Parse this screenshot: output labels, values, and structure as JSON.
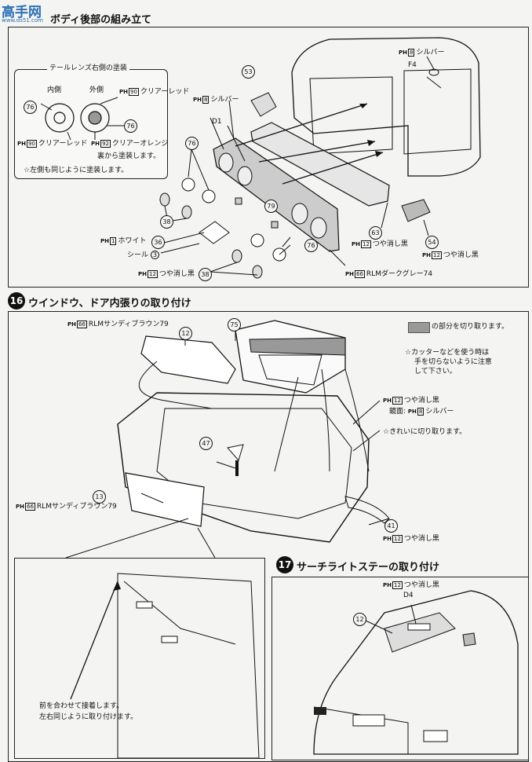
{
  "watermark": {
    "logo": "高手网",
    "url": "www.ds51.com"
  },
  "section15": {
    "title": "ボディ後部の組み立て",
    "taillens_title": "テールレンズ右側の塗装",
    "inner": "内側",
    "outer": "外側",
    "ph90_top": "クリアーレッド",
    "ph90_code": "90",
    "ph90_bottom": "クリアーレッド",
    "ph92": "クリアーオレンジ",
    "ph92_code": "92",
    "backpaint": "裏から塗装します。",
    "left_same": "☆左側も同じように塗装します。",
    "silver_code": "8",
    "silver": "シルバー",
    "f4": "F4",
    "silver2": "シルバー",
    "d1": "D1",
    "white_code": "1",
    "white": "ホワイト",
    "seal": "シール",
    "seal_num": "3",
    "flatblack_code": "12",
    "flatblack": "つや消し黒",
    "flatblack2": "つや消し黒",
    "flatblack3": "つや消し黒",
    "rlm_code": "66",
    "rlm": "RLMダークグレー74",
    "parts": [
      "53",
      "76",
      "76",
      "38",
      "76",
      "36",
      "38",
      "79",
      "76",
      "63",
      "54"
    ]
  },
  "section16": {
    "step": "16",
    "title": "ウインドウ、ドア内張りの取り付け",
    "sandy_code": "66",
    "sandy": "RLMサンディブラウン79",
    "sandy2": "RLMサンディブラウン79",
    "part12": "12",
    "part75": "75",
    "part47": "47",
    "part13": "13",
    "part41": "41",
    "cut_legend": "の部分を切り取ります。",
    "cutter_note1": "☆カッターなどを使う時は",
    "cutter_note2": "手を切らないように注意",
    "cutter_note3": "して下さい。",
    "flatblack_code": "12",
    "flatblack": "つや消し黒",
    "mirror": "鏡面:",
    "silver_code": "8",
    "silver": "シルバー",
    "cut_clean": "☆きれいに切り取ります。",
    "flatblack2": "つや消し黒",
    "join_note1": "前を合わせて接着します。",
    "join_note2": "左右同じように取り付けます。"
  },
  "section17": {
    "step": "17",
    "title": "サーチライトステーの取り付け",
    "flatblack_code": "12",
    "flatblack": "つや消し黒",
    "d4": "D4",
    "part12": "12"
  }
}
